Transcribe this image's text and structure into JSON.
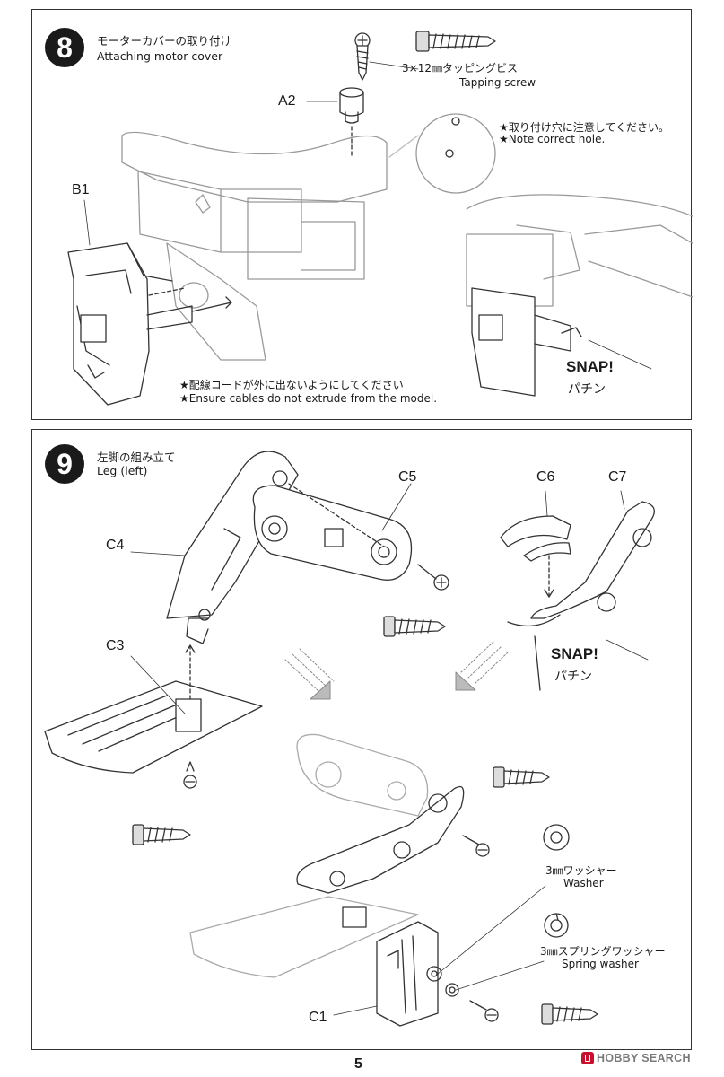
{
  "step8": {
    "number": "8",
    "title_jp": "モーターカバーの取り付け",
    "title_en": "Attaching motor cover",
    "screw_jp": "3×12㎜タッピングビス",
    "screw_en": "Tapping screw",
    "label_a2": "A2",
    "label_b1": "B1",
    "note_hole_jp": "★取り付け穴に注意してください。",
    "note_hole_en": "★Note correct hole.",
    "note_cable_jp": "★配線コードが外に出ないようにしてください",
    "note_cable_en": "★Ensure cables do not extrude from the model.",
    "snap_en": "SNAP!",
    "snap_jp": "パチン"
  },
  "step9": {
    "number": "9",
    "title_jp": "左脚の組み立て",
    "title_en": "Leg (left)",
    "label_c1": "C1",
    "label_c3": "C3",
    "label_c4": "C4",
    "label_c5": "C5",
    "label_c6": "C6",
    "label_c7": "C7",
    "snap_en": "SNAP!",
    "snap_jp": "パチン",
    "washer_jp": "3㎜ワッシャー",
    "washer_en": "Washer",
    "spring_washer_jp": "3㎜スプリングワッシャー",
    "spring_washer_en": "Spring washer"
  },
  "page_number": "5",
  "watermark": "HOBBY SEARCH",
  "colors": {
    "line": "#333333",
    "panel_border": "#333333",
    "watermark": "#7a7a7a",
    "watermark_logo": "#c8102e"
  }
}
